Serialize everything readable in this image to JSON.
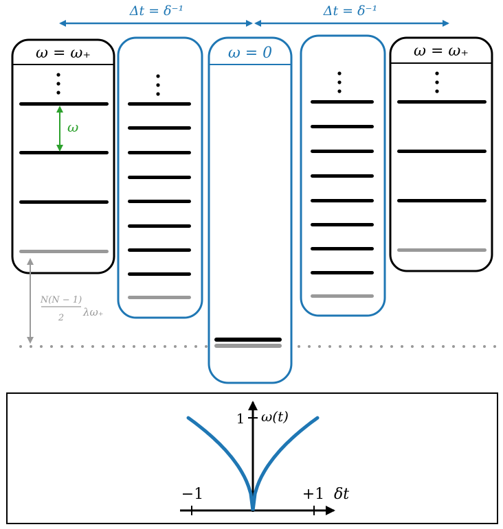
{
  "colors": {
    "black": "#000000",
    "blue": "#1f77b4",
    "green": "#2ca02c",
    "gray": "#999999"
  },
  "top_arrows": {
    "left_label": "Δt = δ⁻¹",
    "right_label": "Δt = δ⁻¹"
  },
  "columns": [
    {
      "id": "col1",
      "header": "ω = ω₊",
      "border": "black",
      "levels_black": 3,
      "levels_gray": 1,
      "dots": true
    },
    {
      "id": "col2",
      "header": "",
      "border": "blue",
      "levels_black": 8,
      "levels_gray": 1,
      "dots": true
    },
    {
      "id": "col3",
      "header": "ω = 0",
      "border": "blue",
      "levels_black": 1,
      "levels_gray": 1,
      "dots": false
    },
    {
      "id": "col4",
      "header": "",
      "border": "blue",
      "levels_black": 8,
      "levels_gray": 1,
      "dots": true
    },
    {
      "id": "col5",
      "header": "ω = ω₊",
      "border": "black",
      "levels_black": 3,
      "levels_gray": 1,
      "dots": true
    }
  ],
  "spacing_label": "ω",
  "ground_energy_label": {
    "fraction_numerator": "N(N − 1)",
    "fraction_denominator": "2",
    "suffix": "λω₊"
  },
  "inset": {
    "y_axis_label": "ω(t)",
    "x_axis_label": "δt",
    "tick_y": "1",
    "tick_x_left": "−1",
    "tick_x_right": "+1",
    "curve": {
      "type": "sqrt-abs",
      "x_range": [
        -1,
        1
      ],
      "y_range": [
        0,
        1
      ]
    }
  }
}
